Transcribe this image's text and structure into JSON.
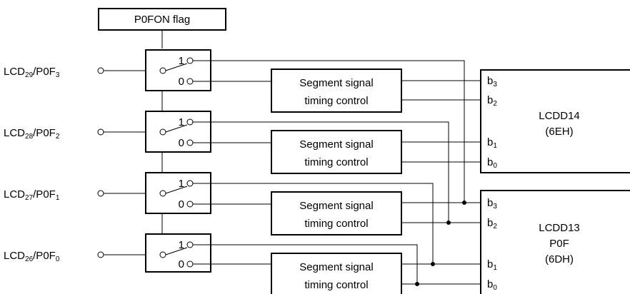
{
  "flag": {
    "label": "P0FON flag"
  },
  "pins": [
    {
      "base": "LCD",
      "num": "29",
      "sep": "/P0F",
      "bit": "3"
    },
    {
      "base": "LCD",
      "num": "28",
      "sep": "/P0F",
      "bit": "2"
    },
    {
      "base": "LCD",
      "num": "27",
      "sep": "/P0F",
      "bit": "1"
    },
    {
      "base": "LCD",
      "num": "26",
      "sep": "/P0F",
      "bit": "0"
    }
  ],
  "switch": {
    "in1": "1",
    "in0": "0"
  },
  "timing": {
    "line1": "Segment signal",
    "line2": "timing control"
  },
  "registers": [
    {
      "line1": "LCDD14",
      "line2": "(6EH)",
      "line3": ""
    },
    {
      "line1": "LCDD13",
      "line2": "P0F",
      "line3": "(6DH)"
    }
  ],
  "bits": [
    {
      "b": "b",
      "n": "3"
    },
    {
      "b": "b",
      "n": "2"
    },
    {
      "b": "b",
      "n": "1"
    },
    {
      "b": "b",
      "n": "0"
    }
  ]
}
